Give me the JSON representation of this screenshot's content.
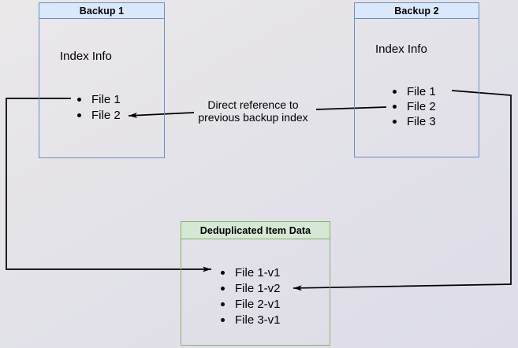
{
  "colors": {
    "canvas_bg": "#e3e2e9",
    "node_blue_fill": "#dae8fc",
    "node_blue_border": "#6c8ebf",
    "node_green_fill": "#d5e8d4",
    "node_green_border": "#82b366",
    "connector": "#000000",
    "text": "#000000"
  },
  "nodes": {
    "backup1": {
      "title": "Backup 1",
      "subtitle": "Index Info",
      "files": [
        "File 1",
        "File 2"
      ]
    },
    "backup2": {
      "title": "Backup 2",
      "subtitle": "Index Info",
      "files": [
        "File 1",
        "File 2",
        "File 3"
      ]
    },
    "dedup": {
      "title": "Deduplicated Item Data",
      "files": [
        "File 1-v1",
        "File 1-v2",
        "File 2-v1",
        "File 3-v1"
      ]
    }
  },
  "annotation": {
    "line1": "Direct reference to",
    "line2": "previous backup index"
  },
  "connectors": [
    {
      "name": "backup1-file1-to-dedup-file1v1",
      "from": "Backup 1 / File 1",
      "to": "Deduplicated Item Data / File 1-v1"
    },
    {
      "name": "backup2-file2-to-backup1-index",
      "from": "Backup 2 / File 2",
      "to": "Backup 1 / File 2",
      "label": "Direct reference to previous backup index"
    },
    {
      "name": "backup2-file1-to-dedup-file1v2",
      "from": "Backup 2 / File 1",
      "to": "Deduplicated Item Data / File 1-v2"
    }
  ]
}
